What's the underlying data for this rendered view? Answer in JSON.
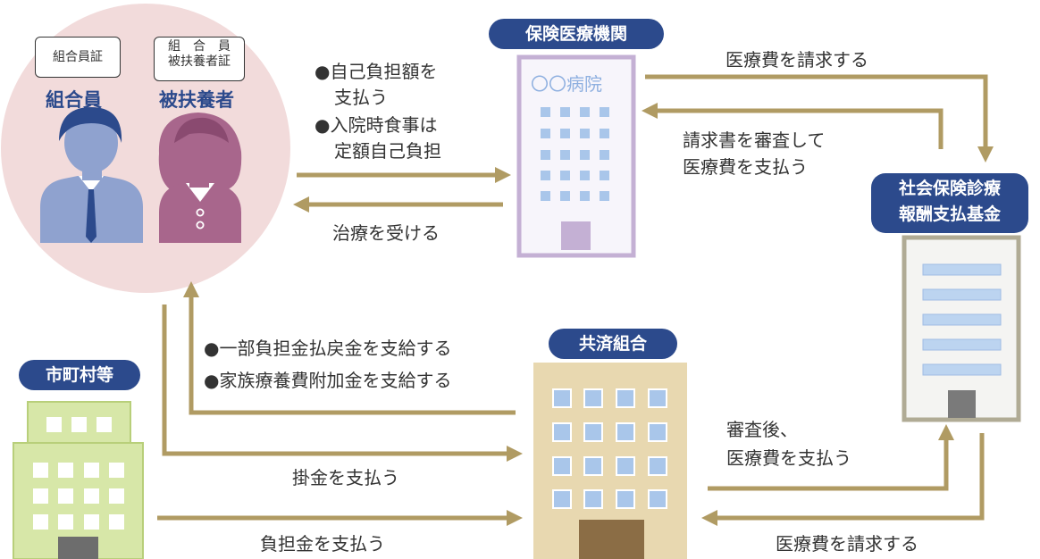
{
  "members": {
    "member_card": "組合員証",
    "dependent_card_line1": "組　合　員",
    "dependent_card_line2": "被扶養者証",
    "member_label": "組合員",
    "dependent_label": "被扶養者"
  },
  "hospital": {
    "title": "保険医療機関",
    "building_label": "〇〇病院"
  },
  "fund": {
    "title_line1": "社会保険診療",
    "title_line2": "報酬支払基金"
  },
  "union": {
    "title": "共済組合"
  },
  "municipality": {
    "title": "市町村等"
  },
  "flows": {
    "pay_copay_1": "●自己負担額を",
    "pay_copay_2": "支払う",
    "meal_1": "●入院時食事は",
    "meal_2": "定額自己負担",
    "receive_treatment": "治療を受ける",
    "hospital_bill": "医療費を請求する",
    "fund_pay_1": "請求書を審査して",
    "fund_pay_2": "医療費を支払う",
    "union_benefit_1": "●一部負担金払戻金を支給する",
    "union_benefit_2": "●家族療養費附加金を支給する",
    "pay_premium": "掛金を支払う",
    "pay_share": "負担金を支払う",
    "union_review_1": "審査後、",
    "union_review_2": "医療費を支払う",
    "fund_bill_union": "医療費を請求する"
  },
  "colors": {
    "arrow": "#b09b63",
    "pill": "#2c4a8c",
    "member_circle": "#f2dbdb",
    "member_figure": "#8fa2cf",
    "dependent_figure": "#a8668c",
    "hospital_frame": "#c4b0d4",
    "hospital_window": "#a9c6ea",
    "fund_frame": "#b0ab95",
    "union_building": "#e8d8b0",
    "union_door": "#8b6d45",
    "municipality_building": "#d7e7a8"
  }
}
